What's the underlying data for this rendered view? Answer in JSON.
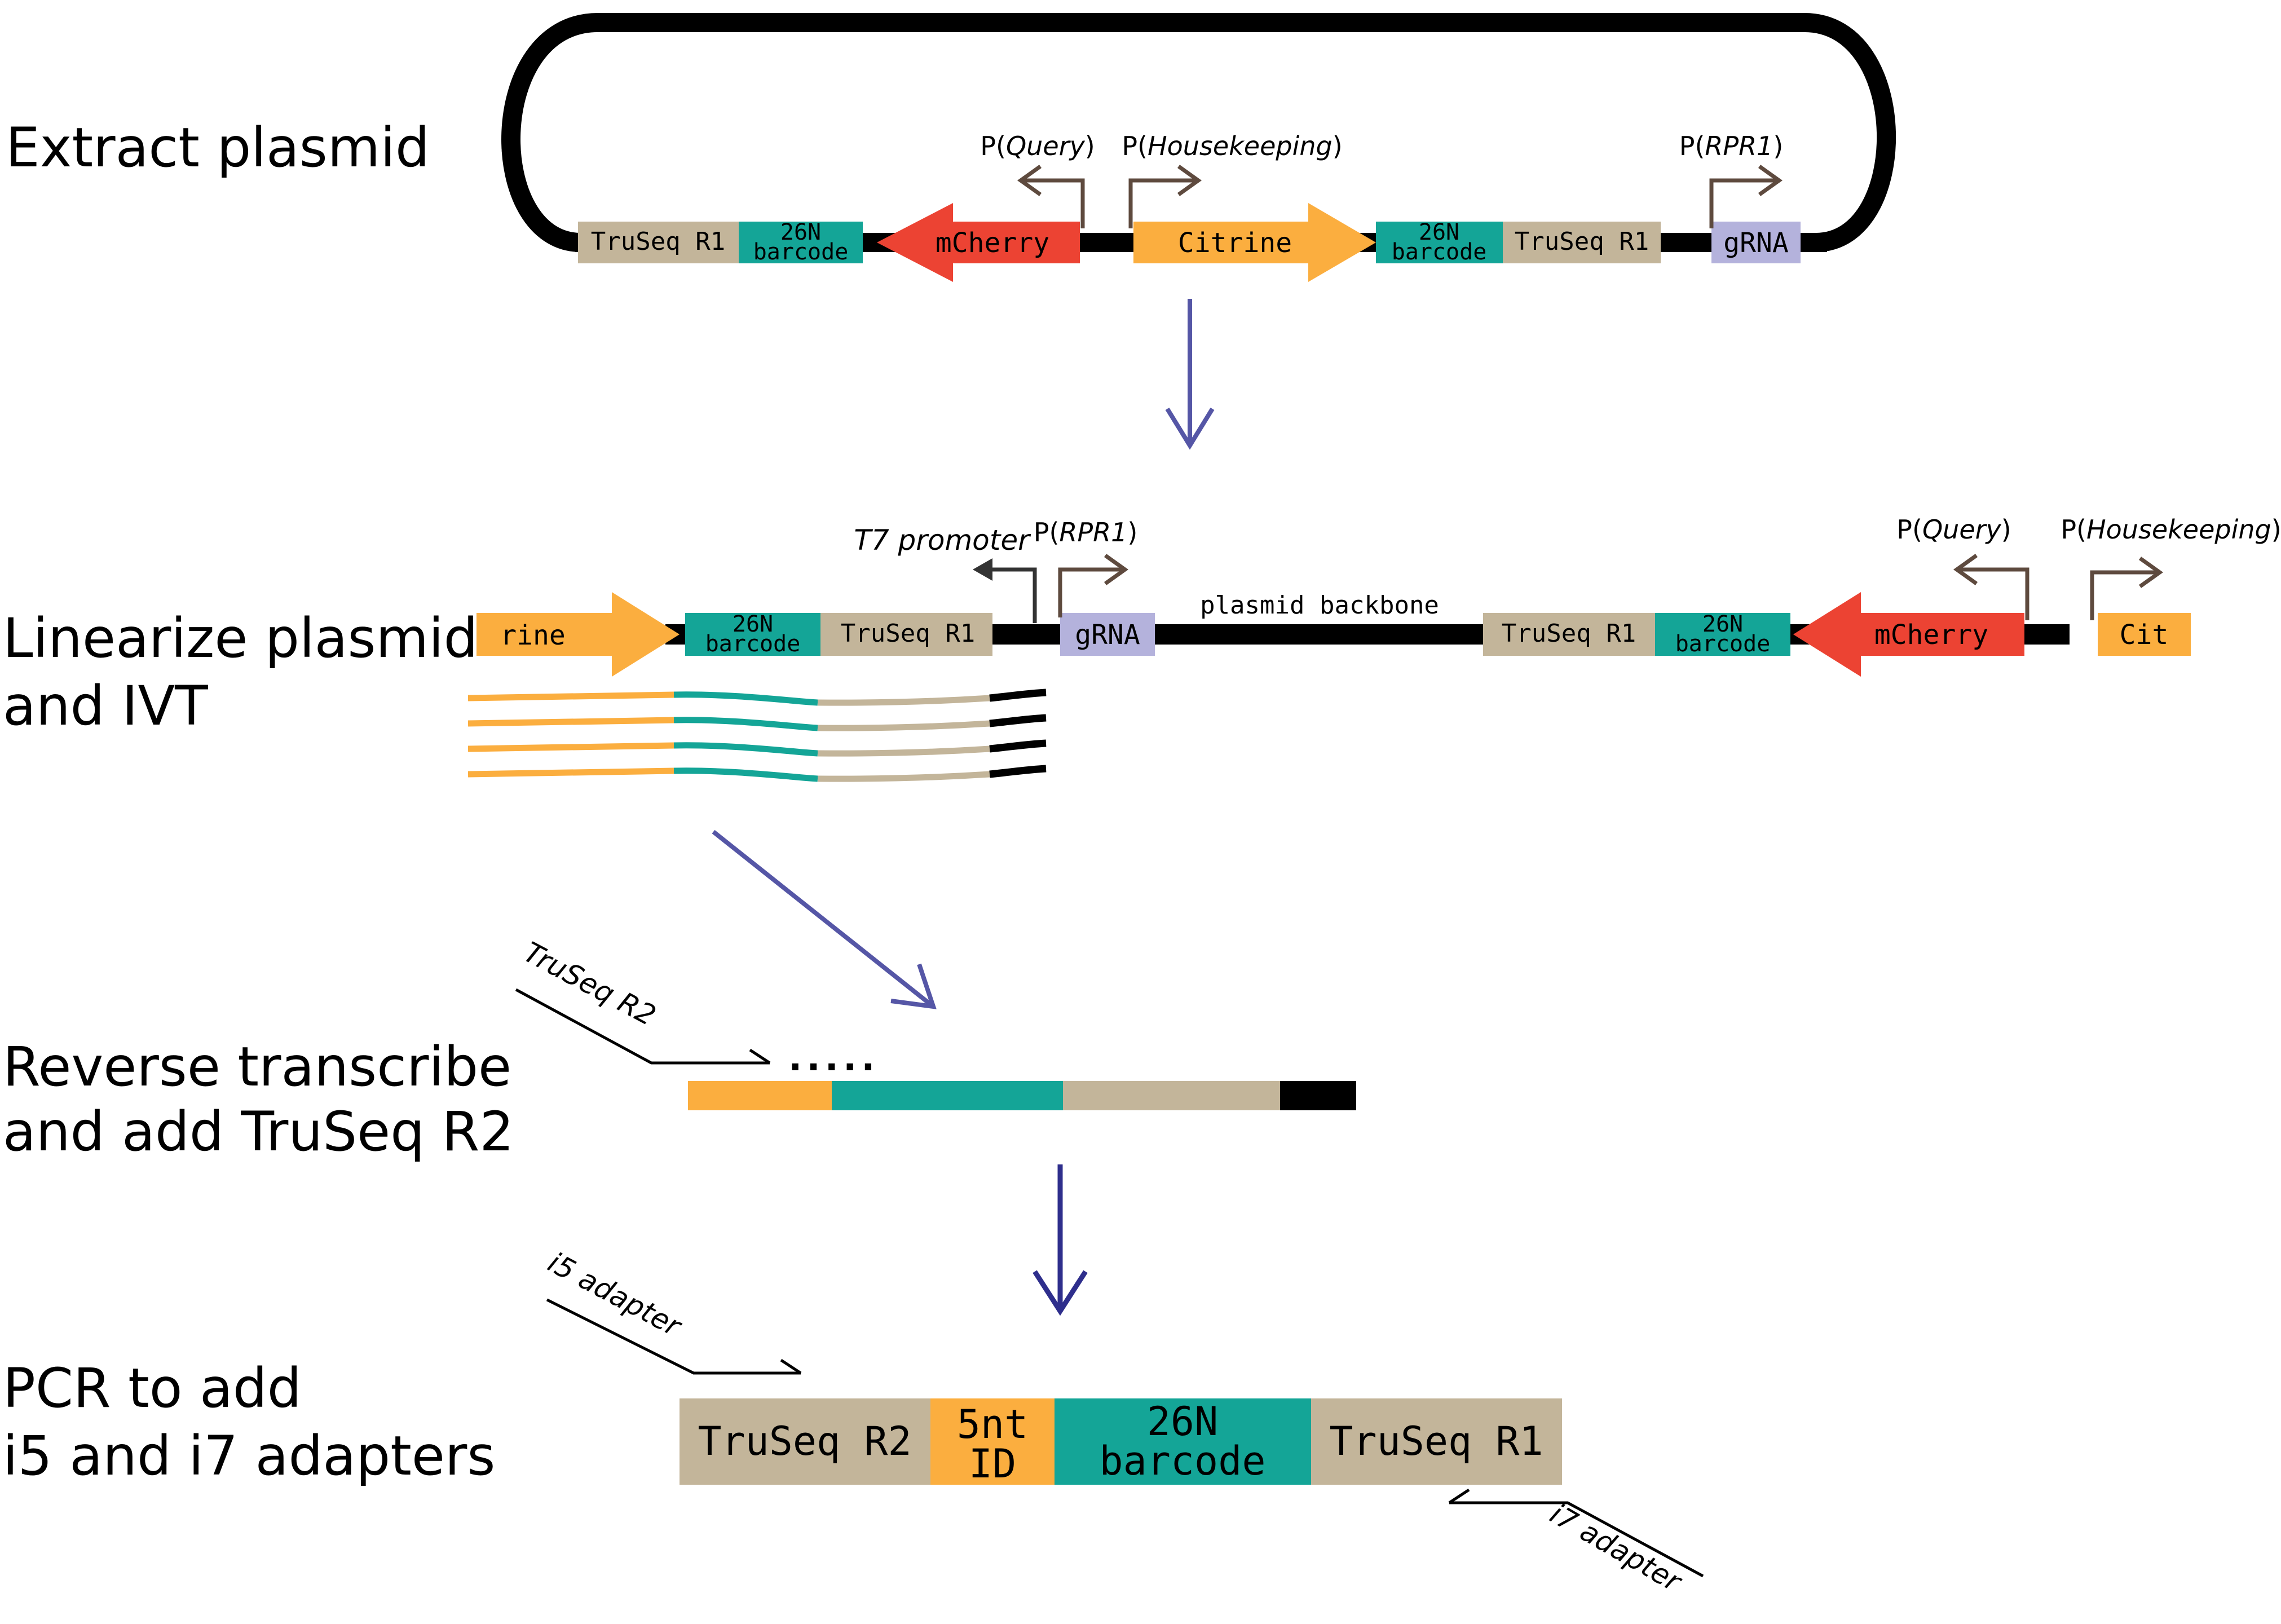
{
  "colors": {
    "truseq": "#c3b59a",
    "barcode": "#14a597",
    "mcherry": "#ec4333",
    "citrine": "#fbae3f",
    "grna": "#b4b2dc",
    "backbone": "#000000",
    "promoter_arrow": "#5e4a3e",
    "flow_arrow": "#5556a6",
    "flow_arrow_dark": "#2e2e8c"
  },
  "steps": [
    {
      "label": "Extract plasmid"
    },
    {
      "lines": [
        "Linearize plasmid",
        "and IVT"
      ]
    },
    {
      "lines": [
        "Reverse transcribe",
        "and add TruSeq R2"
      ]
    },
    {
      "lines": [
        "PCR to add",
        "i5 and i7 adapters"
      ]
    }
  ],
  "plasmid": {
    "truseq_r1_a": "TruSeq R1",
    "barcode_a": [
      "26N",
      "barcode"
    ],
    "mcherry": "mCherry",
    "citrine": "Citrine",
    "barcode_b": [
      "26N",
      "barcode"
    ],
    "truseq_r1_b": "TruSeq R1",
    "grna": "gRNA",
    "p_query": [
      "P(",
      "Query",
      ")"
    ],
    "p_housekeeping": [
      "P(",
      "Housekeeping",
      ")"
    ],
    "p_rpr1": [
      "P(",
      "RPR1",
      ")"
    ]
  },
  "linear": {
    "rine": "rine",
    "barcode_a": [
      "26N",
      "barcode"
    ],
    "truseq_r1_a": "TruSeq R1",
    "t7_promoter": "T7 promoter",
    "p_rpr1": [
      "P(",
      "RPR1",
      ")"
    ],
    "grna": "gRNA",
    "backbone": "plasmid backbone",
    "truseq_r1_b": "TruSeq R1",
    "barcode_b": [
      "26N",
      "barcode"
    ],
    "mcherry": "mCherry",
    "cit": "Cit",
    "p_query": [
      "P(",
      "Query",
      ")"
    ],
    "p_housekeeping": [
      "P(",
      "Housekeeping",
      ")"
    ]
  },
  "rt": {
    "primer": "TruSeq R2",
    "dots": "....."
  },
  "pcr": {
    "i5": "i5 adapter",
    "i7": "i7 adapter",
    "truseq_r2": "TruSeq R2",
    "id": [
      "5nt",
      "ID"
    ],
    "barcode": [
      "26N",
      "barcode"
    ],
    "truseq_r1": "TruSeq R1"
  }
}
